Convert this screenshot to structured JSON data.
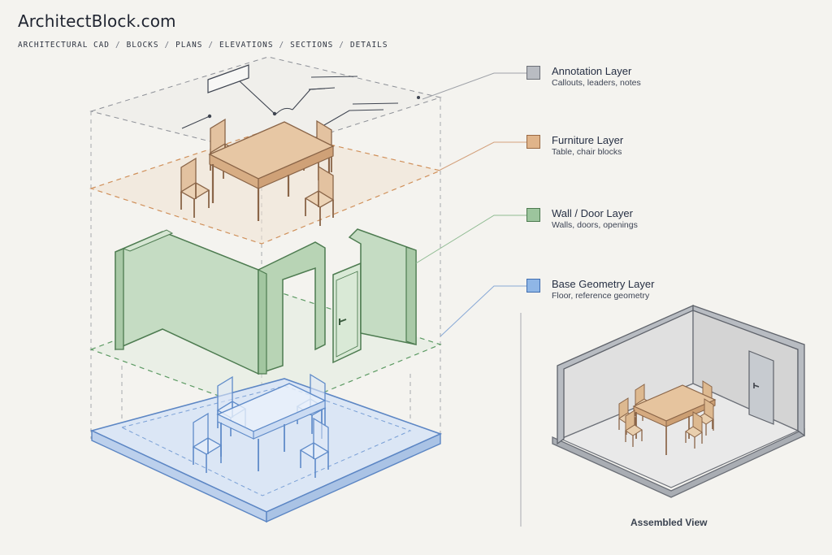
{
  "header": {
    "title": "ArchitectBlock.com",
    "breadcrumb": [
      "ARCHITECTURAL CAD",
      "BLOCKS",
      "PLANS",
      "ELEVATIONS",
      "SECTIONS",
      "DETAILS"
    ],
    "separator": "/"
  },
  "legend": [
    {
      "title": "Annotation Layer",
      "desc": "Callouts, leaders, notes",
      "color": "#b9bcc2",
      "border": "#6c7078"
    },
    {
      "title": "Furniture Layer",
      "desc": "Table, chair blocks",
      "color": "#e0b48a",
      "border": "#9a6a44"
    },
    {
      "title": "Wall / Door Layer",
      "desc": "Walls, doors, openings",
      "color": "#9cc59d",
      "border": "#4c7a4f"
    },
    {
      "title": "Base Geometry Layer",
      "desc": "Floor, reference geometry",
      "color": "#8fb6e6",
      "border": "#3f6db0"
    }
  ],
  "assembled_view_label": "Assembled View",
  "colors": {
    "background": "#f4f3ef",
    "furniture_fill": "#e3c2a0",
    "furniture_stroke": "#8a6548",
    "wall_fill": "#c9ddc6",
    "wall_stroke": "#4d7b50",
    "base_fill": "#dbe6f5",
    "base_stroke": "#5c86c4",
    "room_wall": "#dcdcdc",
    "room_stroke": "#6b6f77"
  }
}
